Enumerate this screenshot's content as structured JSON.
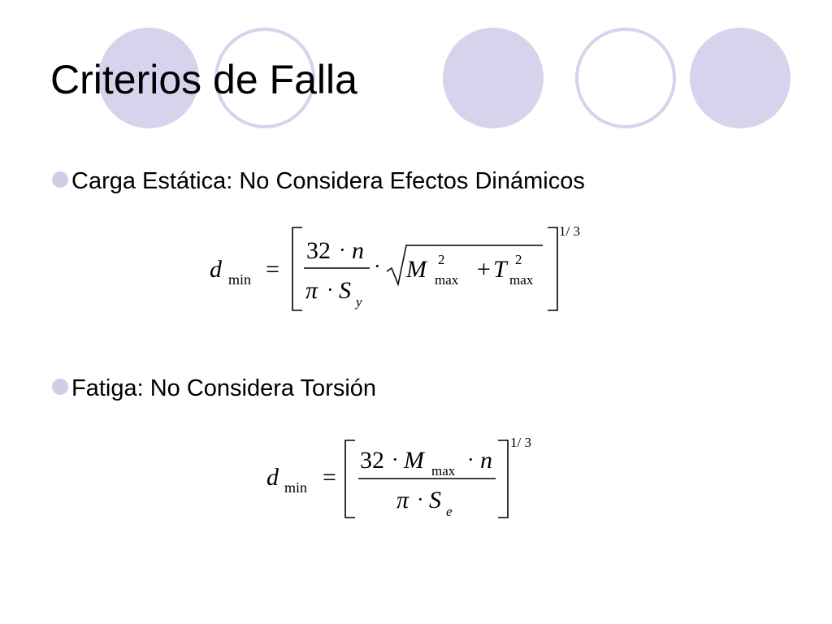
{
  "slide": {
    "title": "Criterios de Falla",
    "accent_color": "#d6d4ec",
    "bullet_color": "#cfcde8"
  },
  "bullets": [
    {
      "text": "Carga Estática: No Considera Efectos Dinámicos"
    },
    {
      "text": "Fatiga: No Considera Torsión"
    }
  ],
  "equation_static": {
    "lhs_var": "d",
    "lhs_sub": "min",
    "equals": "=",
    "num_const": "32",
    "num_var": "n",
    "den_pi": "π",
    "den_var": "S",
    "den_sub": "y",
    "root_M": "M",
    "root_M_sub": "max",
    "root_M_exp": "2",
    "plus": "+",
    "root_T": "T",
    "root_T_sub": "max",
    "root_T_exp": "2",
    "dot": "·",
    "exponent": "1/ 3"
  },
  "equation_fatigue": {
    "lhs_var": "d",
    "lhs_sub": "min",
    "equals": "=",
    "num_const": "32",
    "num_M": "M",
    "num_M_sub": "max",
    "num_var": "n",
    "den_pi": "π",
    "den_var": "S",
    "den_sub": "e",
    "dot": "·",
    "exponent": "1/ 3"
  }
}
